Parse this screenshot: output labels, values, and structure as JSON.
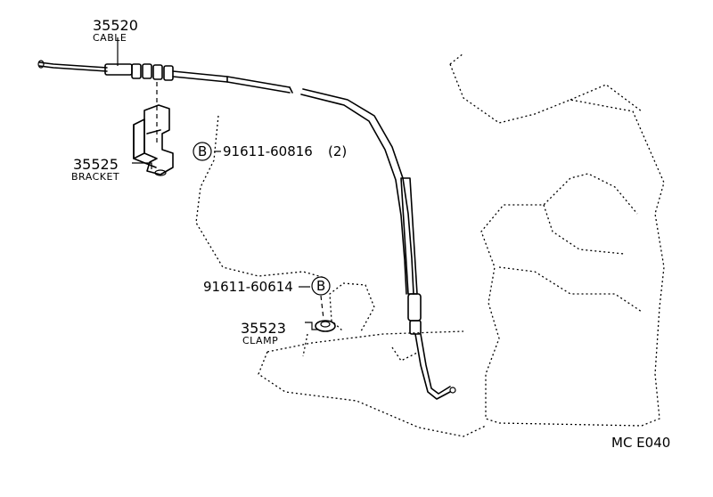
{
  "parts": {
    "cable": {
      "number": "35520",
      "name": "CABLE"
    },
    "bracket": {
      "number": "35525",
      "name": "BRACKET"
    },
    "clamp": {
      "number": "35523",
      "name": "CLAMP"
    }
  },
  "bolts": {
    "upper": {
      "marker": "B",
      "number": "91611-60816",
      "qty": "(2)"
    },
    "lower": {
      "marker": "B",
      "number": "91611-60614"
    }
  },
  "diagram_code": "MC E040"
}
